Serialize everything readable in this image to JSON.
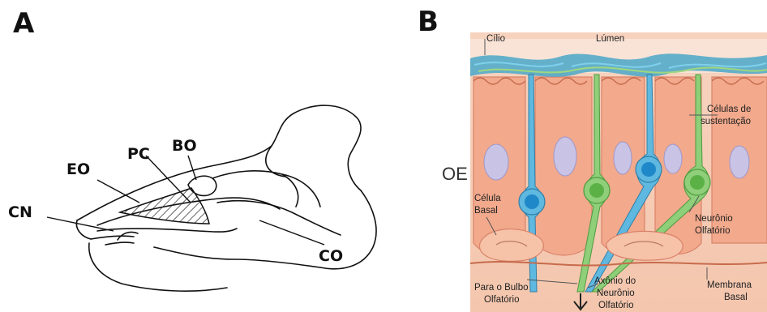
{
  "panel_a": {
    "letter": "A",
    "labels": {
      "eo": "EO",
      "pc": "PC",
      "bo": "BO",
      "cn": "CN",
      "co": "CO"
    }
  },
  "panel_b": {
    "letter": "B",
    "side_label": "OE",
    "labels": {
      "cilio": "Cílio",
      "lumen": "Lúmen",
      "sustentacao_1": "Células de",
      "sustentacao_2": "sustentação",
      "basal_1": "Célula",
      "basal_2": "Basal",
      "neuronio_1": "Neurônio",
      "neuronio_2": "Olfatório",
      "bulbo_1": "Para o Bulbo",
      "bulbo_2": "Olfatório",
      "axonio_1": "Axônio do",
      "axonio_2": "Neurônio",
      "axonio_3": "Olfatório",
      "membrana_1": "Membrana",
      "membrana_2": "Basal"
    },
    "colors": {
      "support_cell": "#f2a98c",
      "support_cell_edge": "#d9836a",
      "nucleus": "#c9c4e6",
      "neuron_blue": "#5fb8e0",
      "neuron_green": "#8fcf7a",
      "mucus": "#4aa7c8",
      "basal_cell": "#f6c2a8"
    }
  }
}
